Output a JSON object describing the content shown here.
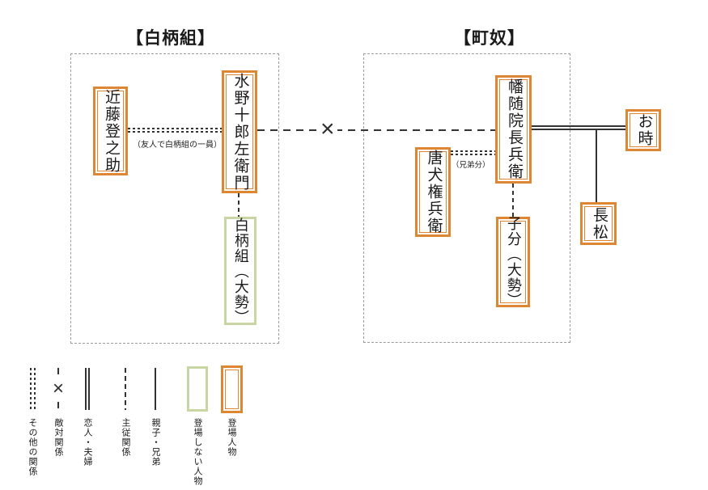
{
  "groups": [
    {
      "title": "【白柄組】"
    },
    {
      "title": "【町奴】"
    }
  ],
  "persons": {
    "kondo": {
      "name": "近藤登之助",
      "type": "appearing"
    },
    "mizuno": {
      "name": "水野十郎左衛門",
      "type": "appearing"
    },
    "shiratsukagumi": {
      "name": "白柄組（大勢）",
      "type": "non_appearing"
    },
    "banzuiin": {
      "name": "幡随院長兵衛",
      "type": "appearing"
    },
    "token": {
      "name": "唐犬権兵衛",
      "type": "appearing"
    },
    "kobun": {
      "name": "子分（大勢）",
      "type": "appearing"
    },
    "otoki": {
      "name": "お時",
      "type": "appearing"
    },
    "chomatsu": {
      "name": "長松",
      "type": "appearing"
    }
  },
  "annotations": {
    "friendship": "（友人で白柄組の一員）",
    "sworn_brothers": "（兄弟分）"
  },
  "marks": {
    "hostile_x": "×"
  },
  "legend": {
    "items": [
      {
        "symbol": "double-dashed-line",
        "label": "その他の関係"
      },
      {
        "symbol": "hostile-x-line",
        "label": "敵対関係"
      },
      {
        "symbol": "double-solid-line",
        "label": "恋人・夫婦"
      },
      {
        "symbol": "dashed-line",
        "label": "主従関係"
      },
      {
        "symbol": "solid-line",
        "label": "親子・兄弟"
      },
      {
        "symbol": "green-box",
        "label": "登場しない人物"
      },
      {
        "symbol": "orange-box",
        "label": "登場人物"
      }
    ]
  },
  "colors": {
    "appearing_border": "#de8632",
    "non_appearing_border": "#c8d6a3",
    "group_border": "#9b9b9b",
    "line": "#333333"
  }
}
